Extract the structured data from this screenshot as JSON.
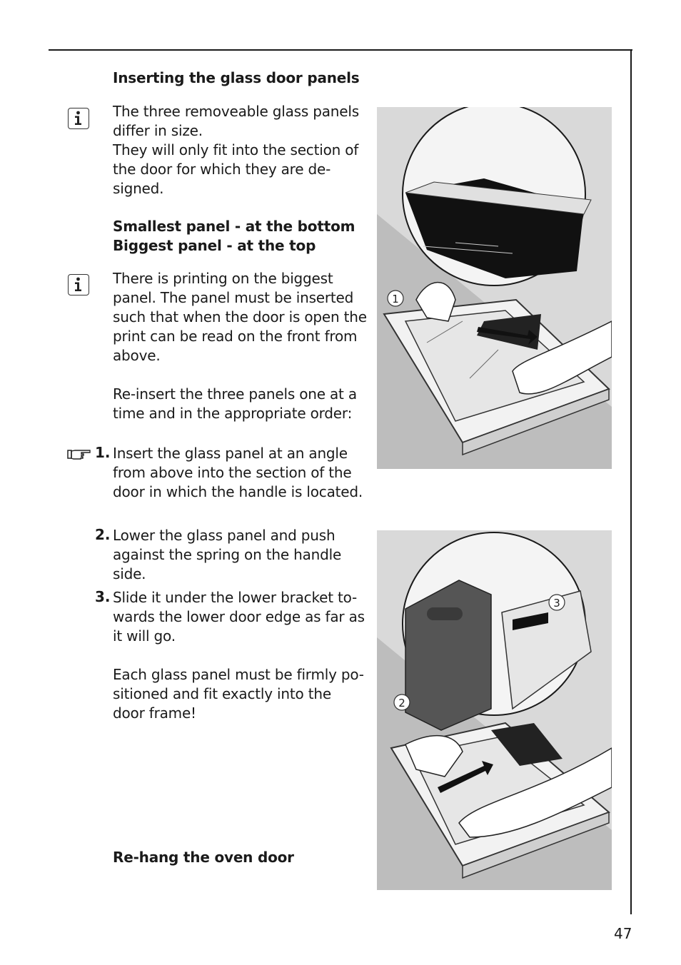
{
  "heading": "Inserting the glass door panels",
  "para1": [
    "The three removeable glass panels",
    "differ in size.",
    "They will only fit into the section of",
    "the door for which they are de-",
    "signed."
  ],
  "rule_bold": [
    "Smallest panel - at the bottom",
    "Biggest panel - at the top"
  ],
  "para2": [
    "There is printing on the biggest",
    "panel. The panel must be inserted",
    "such that when the door is open the",
    "print can be read on the front from",
    "above."
  ],
  "para3": [
    "Re-insert the three panels one at a",
    "time and in the appropriate order:"
  ],
  "steps": [
    {
      "number": "1.",
      "lines": [
        "Insert the glass panel at an angle",
        "from above into the section of the",
        "door in which the handle is located."
      ]
    },
    {
      "number": "2.",
      "lines": [
        "Lower the glass panel and push",
        "against the spring on the handle",
        "side."
      ]
    },
    {
      "number": "3.",
      "lines": [
        "Slide it under the lower bracket to-",
        "wards the lower door edge as far as",
        "it will go."
      ]
    }
  ],
  "para4": [
    "Each glass panel must be firmly po-",
    "sitioned and fit exactly into the",
    "door frame!"
  ],
  "footer_heading": "Re-hang the oven door",
  "figure1_callout": "1",
  "figure2_callouts": [
    "2",
    "3"
  ],
  "page_number": "47",
  "icons": {
    "info": "info-icon",
    "pointer": "pointing-hand-icon"
  }
}
